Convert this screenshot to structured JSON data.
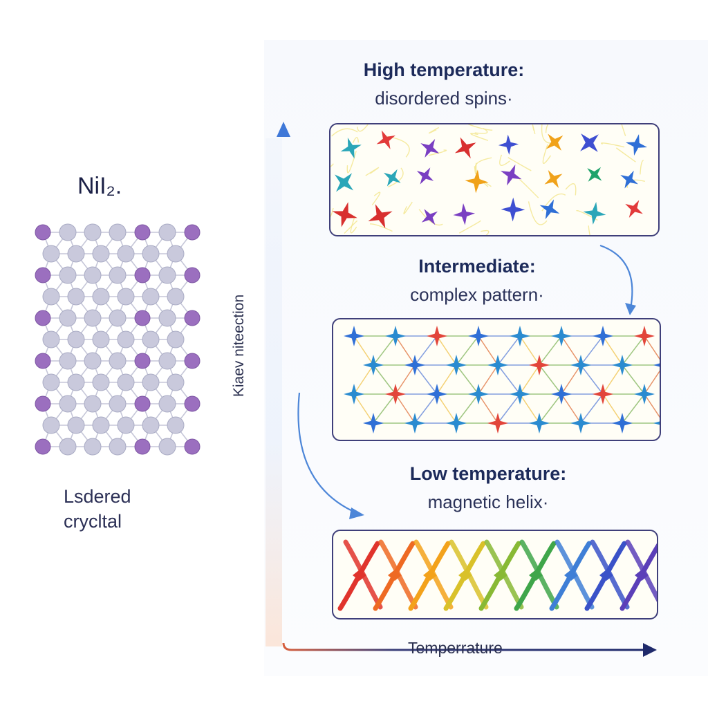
{
  "crystal": {
    "title": "NiI₂.",
    "caption_line1": "Lsdered",
    "caption_line2": "crycltal"
  },
  "states": [
    {
      "heading": "High temperature:",
      "subheading": "disordered spins·"
    },
    {
      "heading": "Intermediate:",
      "subheading": "complex pattern·"
    },
    {
      "heading": "Low temperature:",
      "subheading": "magnetic helix·"
    }
  ],
  "axes": {
    "y_label": "Kiaev niteection",
    "x_label": "Temperrature"
  },
  "colors": {
    "ni_atom": "#c9c9dc",
    "iodine_atom": "#9b6fbf",
    "axis_hot": "#f08a5d",
    "axis_cool": "#3f78d8",
    "x_axis": "#1f2a6b"
  }
}
